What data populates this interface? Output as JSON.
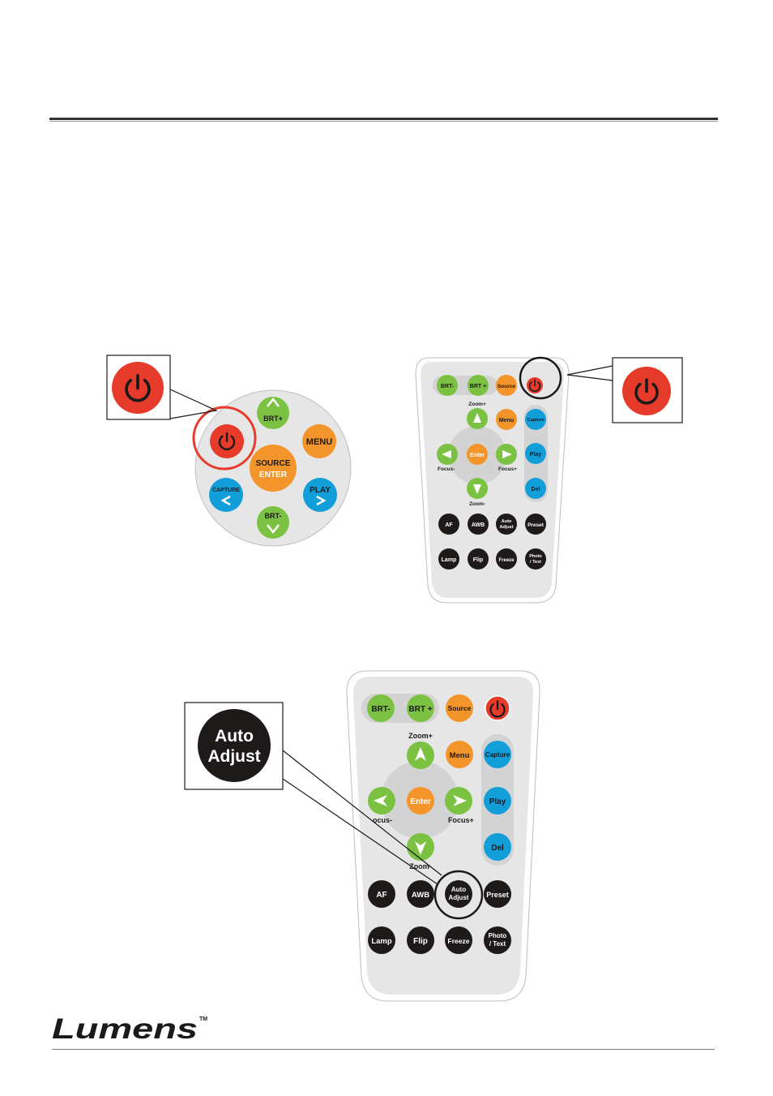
{
  "colors": {
    "power": "#e63a2a",
    "green": "#7cc242",
    "orange": "#f3952a",
    "blue": "#119ed9",
    "black": "#1e1a19",
    "panel": "#e6e6e6",
    "pad": "#d6d6d6",
    "rule": "#333333"
  },
  "panel_buttons": {
    "brt_plus": "BRT+",
    "brt_minus": "BRT-",
    "menu": "MENU",
    "source": "SOURCE",
    "enter": "ENTER",
    "capture": "CAPTURE",
    "play": "PLAY"
  },
  "remote_buttons": {
    "brt_minus": "BRT-",
    "brt_plus": "BRT +",
    "source": "Source",
    "zoom_plus": "Zoom+",
    "zoom_minus": "Zoom-",
    "menu": "Menu",
    "capture": "Capture",
    "enter": "Enter",
    "focus_minus": "Focus-",
    "focus_plus": "Focus+",
    "play": "Play",
    "del": "Del",
    "af": "AF",
    "awb": "AWB",
    "auto_adjust_line1": "Auto",
    "auto_adjust_line2": "Adjust",
    "preset": "Preset",
    "lamp": "Lamp",
    "flip": "Flip",
    "freeze": "Freeze",
    "photo_text_line1": "Photo",
    "photo_text_line2": "/ Text"
  },
  "callout": {
    "auto_adjust_line1": "Auto",
    "auto_adjust_line2": "Adjust",
    "bottom_remote_focus_minus": "ocus-"
  },
  "footer": {
    "logo": "Lumens",
    "trademark": "TM"
  }
}
